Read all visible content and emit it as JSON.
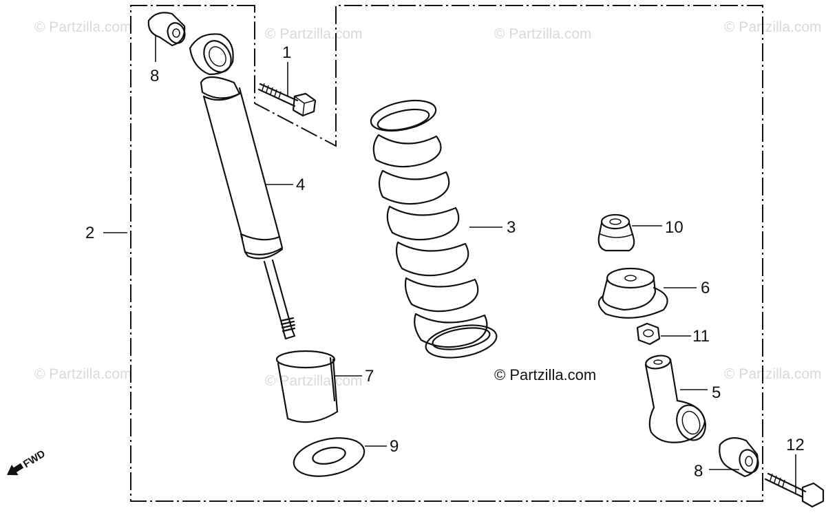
{
  "watermark": "© Partzilla.com",
  "credit": "© Partzilla.com",
  "forward_label": "FWD",
  "callouts": {
    "c1": "1",
    "c2": "2",
    "c3": "3",
    "c4": "4",
    "c5": "5",
    "c6": "6",
    "c7": "7",
    "c8a": "8",
    "c8b": "8",
    "c9": "9",
    "c10": "10",
    "c11": "11",
    "c12": "12"
  }
}
